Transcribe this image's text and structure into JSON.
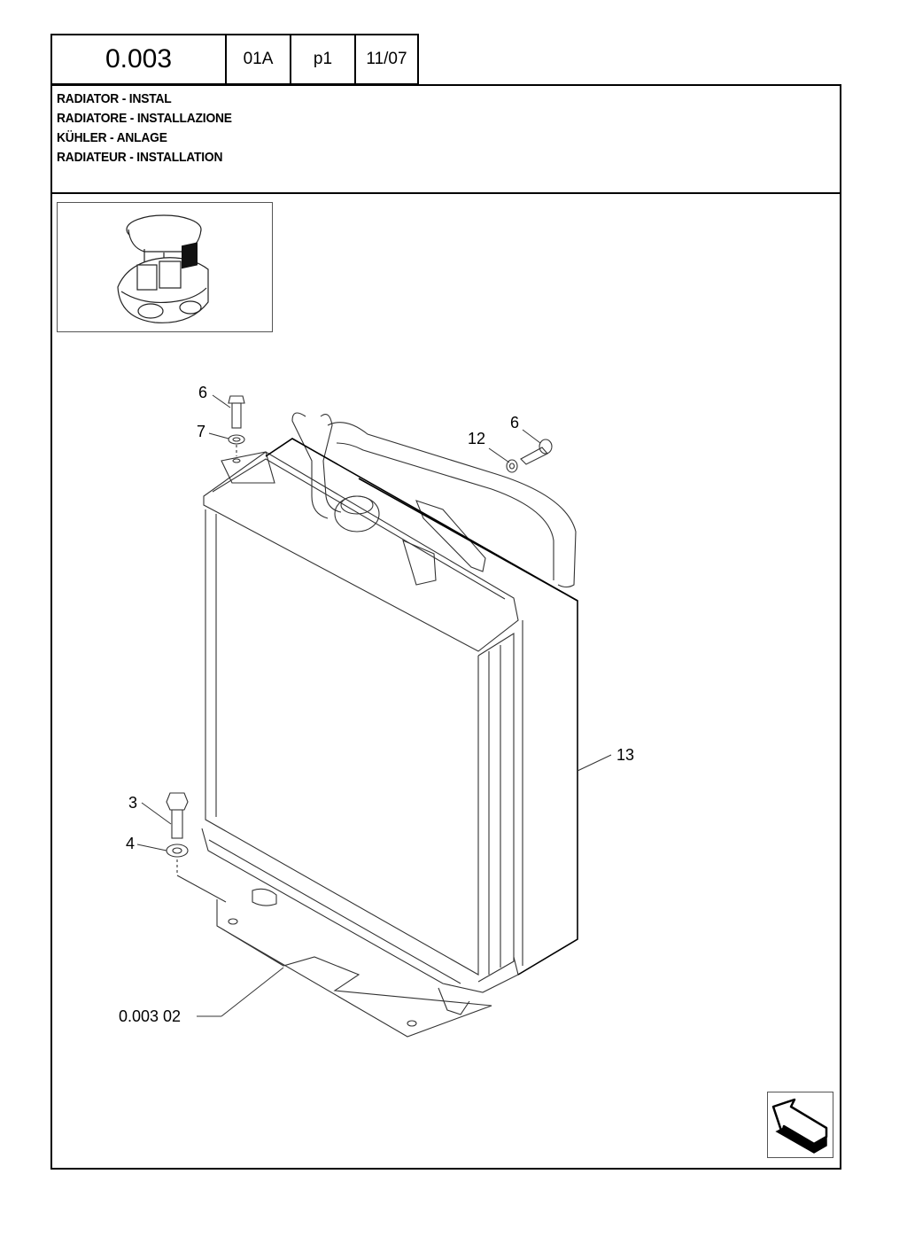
{
  "header": {
    "section_number": "0.003",
    "revision": "01A",
    "page": "p1",
    "date": "11/07"
  },
  "titles": [
    "RADIATOR - INSTAL",
    "RADIATORE - INSTALLAZIONE",
    "KÜHLER - ANLAGE",
    "RADIATEUR - INSTALLATION"
  ],
  "callouts": {
    "bolt_top_left": "6",
    "washer_top_left": "7",
    "washer_right": "12",
    "bolt_right": "6",
    "radiator": "13",
    "bolt_bottom": "3",
    "washer_bottom": "4",
    "bracket_ref": "0.003 02"
  },
  "icons": {
    "thumbnail": "machine-location-thumbnail",
    "navigation": "return-arrow-icon"
  }
}
